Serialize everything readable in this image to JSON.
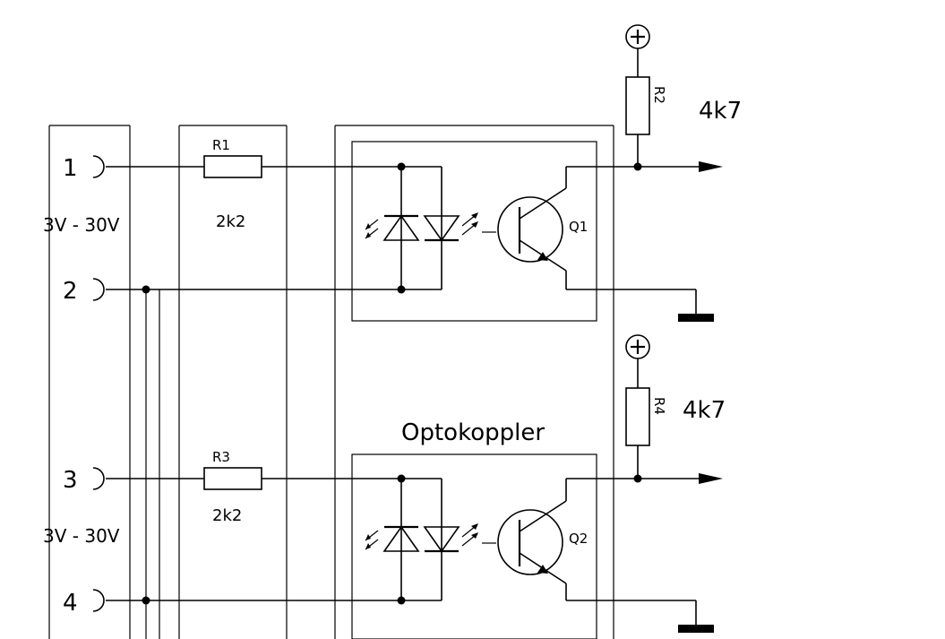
{
  "terminals": [
    {
      "number": "1",
      "input_range": "3V - 30V"
    },
    {
      "number": "2"
    },
    {
      "number": "3",
      "input_range": "3V - 30V"
    },
    {
      "number": "4"
    }
  ],
  "resistors": [
    {
      "ref": "R1",
      "value": "2k2"
    },
    {
      "ref": "R2",
      "value": "4k7"
    },
    {
      "ref": "R3",
      "value": "2k2"
    },
    {
      "ref": "R4",
      "value": "4k7"
    }
  ],
  "transistors": [
    {
      "ref": "Q1"
    },
    {
      "ref": "Q2"
    }
  ],
  "optocoupler_label": "Optokoppler"
}
